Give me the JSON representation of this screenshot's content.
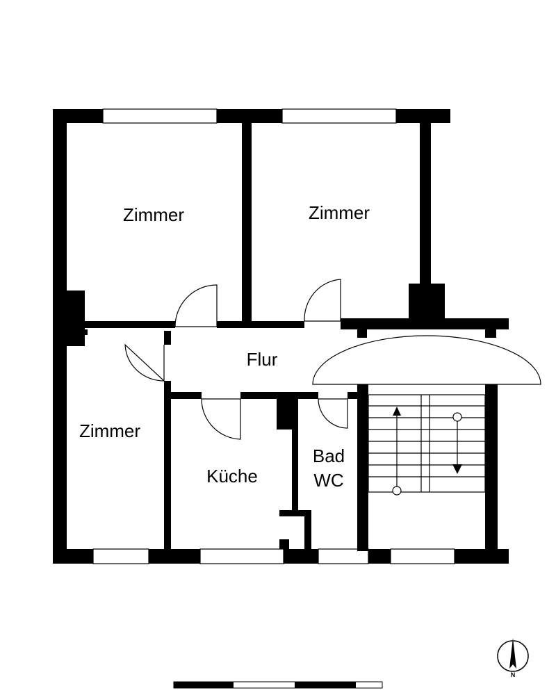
{
  "plan": {
    "rooms": {
      "zimmer_nw": "Zimmer",
      "zimmer_ne": "Zimmer",
      "zimmer_w": "Zimmer",
      "flur": "Flur",
      "kueche": "Küche",
      "bad_line1": "Bad",
      "bad_line2": "WC"
    },
    "compass_label": "N"
  },
  "colors": {
    "wall": "#000000",
    "background": "#ffffff"
  },
  "icons": {
    "compass": "north-arrow-icon",
    "stairs_up": "arrow-up-icon",
    "stairs_down": "arrow-down-icon"
  }
}
